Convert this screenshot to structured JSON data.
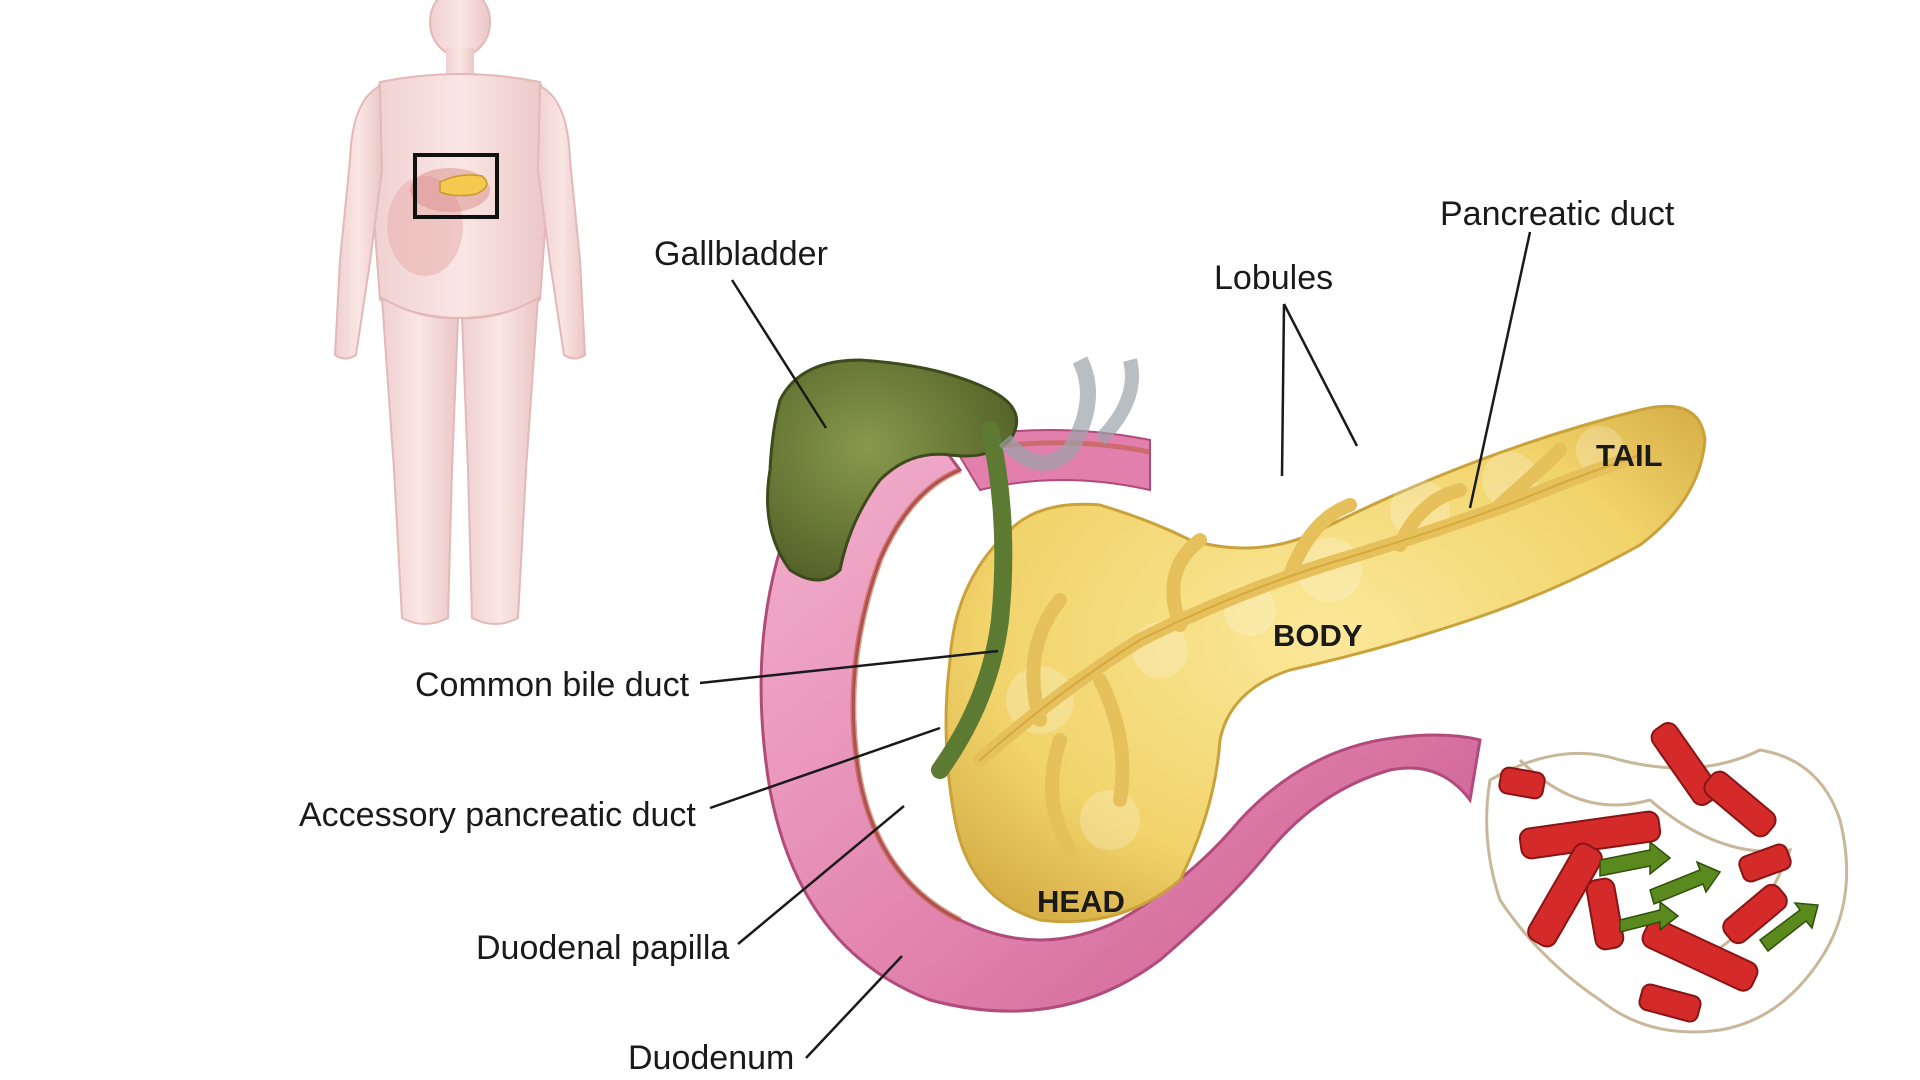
{
  "labels": {
    "gallbladder": "Gallbladder",
    "lobules": "Lobules",
    "pancreatic_duct": "Pancreatic duct",
    "common_bile_duct": "Common bile duct",
    "accessory_pancreatic_duct": "Accessory pancreatic duct",
    "duodenal_papilla": "Duodenal papilla",
    "duodenum": "Duodenum"
  },
  "regions": {
    "tail": "TAIL",
    "body": "BODY",
    "head": "HEAD"
  },
  "colors": {
    "pancreas": "#f3d873",
    "pancreas_shadow": "#d9b44a",
    "duodenum": "#e58ab5",
    "duodenum_dark": "#c95f92",
    "gallbladder": "#6b7a3a",
    "bile_duct": "#5d7a32",
    "body_silhouette": "#f2cfcf",
    "helix": "#d42a2a",
    "strand": "#5a8a1e",
    "leader": "#1a1a1a"
  }
}
